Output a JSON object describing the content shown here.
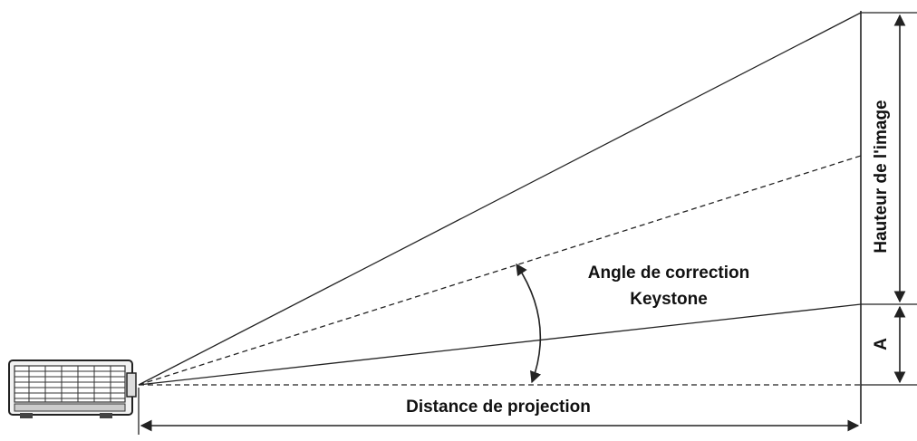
{
  "labels": {
    "keystone_line1": "Angle de correction",
    "keystone_line2": "Keystone",
    "projection_distance": "Distance de projection",
    "image_height": "Hauteur de l'image",
    "offset": "A"
  },
  "colors": {
    "line": "#222222",
    "text": "#111111",
    "background": "#ffffff"
  }
}
